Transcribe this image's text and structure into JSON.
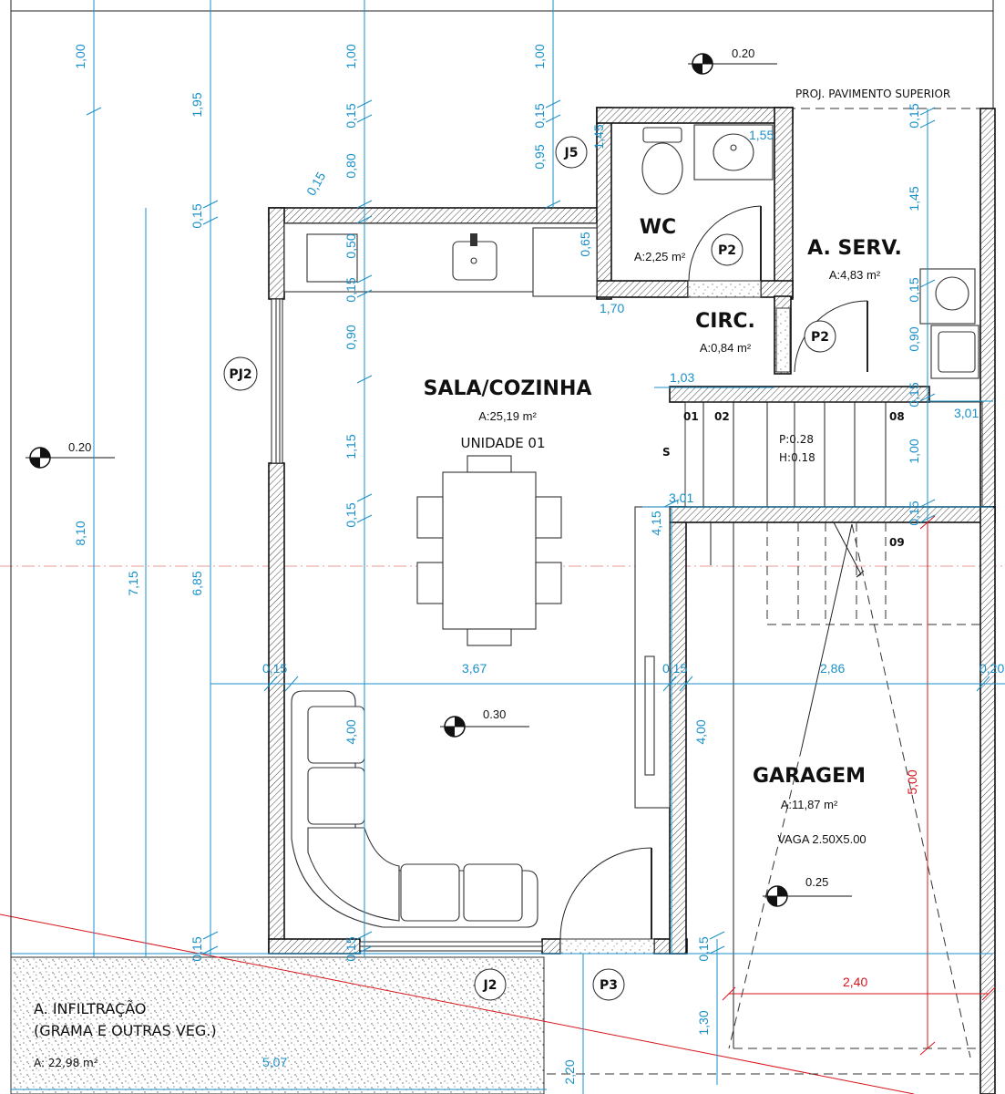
{
  "rooms": {
    "sala": {
      "title": "SALA/COZINHA",
      "area": "A:25,19 m²",
      "unit": "UNIDADE 01"
    },
    "wc": {
      "title": "WC",
      "area": "A:2,25 m²"
    },
    "serv": {
      "title": "A. SERV.",
      "area": "A:4,83 m²"
    },
    "circ": {
      "title": "CIRC.",
      "area": "A:0,84 m²"
    },
    "garagem": {
      "title": "GARAGEM",
      "area": "A:11,87 m²",
      "vaga": "VAGA 2.50X5.00"
    },
    "infiltracao": {
      "title1": "A. INFILTRAÇÃO",
      "title2": "(GRAMA E OUTRAS VEG.)",
      "area": "A: 22,98 m²"
    }
  },
  "notes": {
    "proj": "PROJ. PAVIMENTO SUPERIOR"
  },
  "tags": {
    "j5": "J5",
    "p2a": "P2",
    "p2b": "P2",
    "pj2": "PJ2",
    "j2": "J2",
    "p3": "P3"
  },
  "levels": {
    "top": "0.20",
    "left": "0.20",
    "sala": "0.30",
    "garagem": "0.25"
  },
  "stairs": {
    "s1": "01",
    "s2": "02",
    "s8": "08",
    "s9": "09",
    "s": "S",
    "p": "P:0.28",
    "h": "H:0.18"
  },
  "dims": {
    "c1_a": "1,00",
    "c1_b": "8,10",
    "c2_a": "1,95",
    "c2_b": "0,15",
    "c2_c": "0,15",
    "c3": "7,15",
    "c4": "6,85",
    "c5_a": "1,00",
    "c5_b": "0,15",
    "c5_c": "0,80",
    "c5_d": "0,15",
    "c5_e": "0,50",
    "c5_f": "0,15",
    "c5_g": "0,90",
    "c5_h": "1,15",
    "c5_i": "0,15",
    "c5_j": "4,00",
    "c5_k": "0,15",
    "c6_a": "1,00",
    "c6_b": "0,15",
    "c6_c": "0,95",
    "wc_a": "1,45",
    "wc_b": "1,55",
    "k_a": "0,65",
    "k_b": "1,70",
    "r_a": "0,15",
    "r_b": "1,45",
    "r_c": "0,15",
    "r_d": "0,90",
    "r_e": "0,15",
    "r_f": "1,00",
    "r_g": "0,15",
    "h_a": "1,03",
    "h_b": "3,01",
    "h_c": "3,01",
    "h_d": "4,15",
    "h_e": "0,15",
    "h_f": "3,67",
    "h_g": "0,15",
    "h_h": "2,86",
    "h_i": "0,20",
    "g_a": "4,00",
    "g_b": "5,00",
    "g_c": "2,40",
    "b_a": "0,15",
    "b_b": "1,30",
    "b_c": "5,07",
    "b_d": "2,20"
  }
}
